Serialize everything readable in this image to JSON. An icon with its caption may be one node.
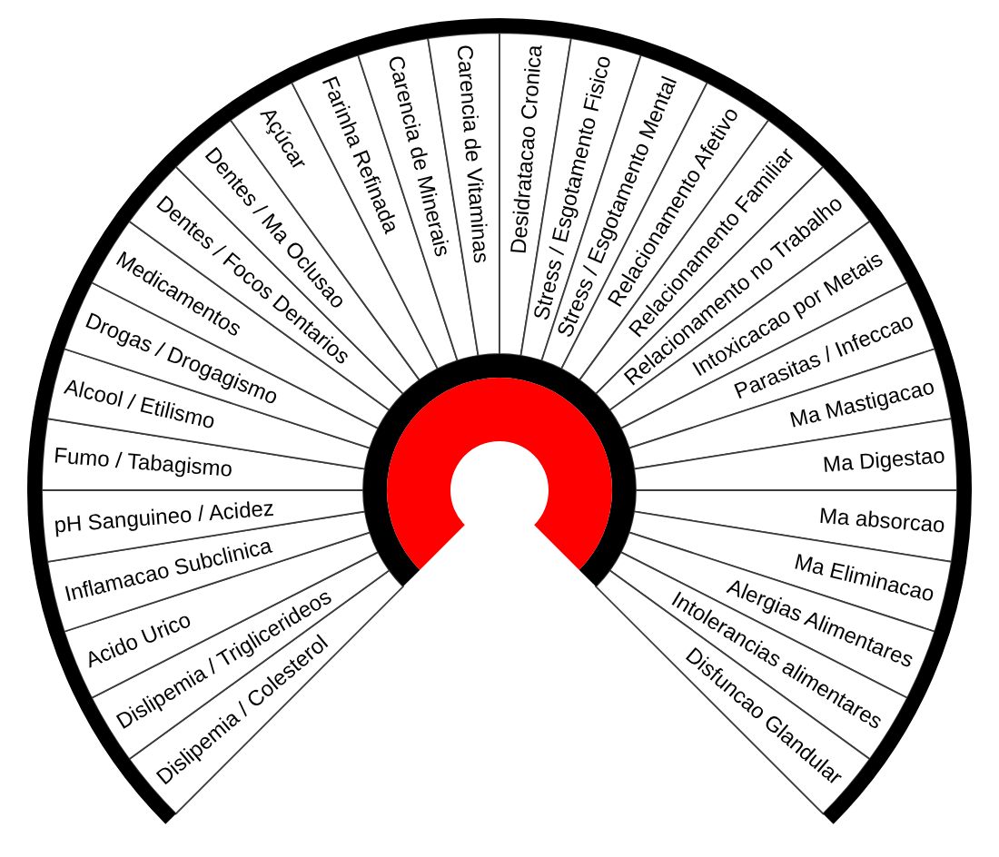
{
  "diagram": {
    "nodes": [
      {
        "text": [
          "Dislipemia / Colesterol"
        ]
      },
      {
        "text": [
          "Dislipemia / Triglicerideos"
        ]
      },
      {
        "text": [
          "Acido Urico"
        ]
      },
      {
        "text": [
          "Inflamacao Subclinica"
        ]
      },
      {
        "text": [
          "pH Sanguineo / Acidez"
        ]
      },
      {
        "text": [
          "Fumo / Tabagismo"
        ]
      },
      {
        "text": [
          "Alcool / Etilismo"
        ]
      },
      {
        "text": [
          "Drogas / Drogagismo"
        ]
      },
      {
        "text": [
          "Medicamentos"
        ]
      },
      {
        "text": [
          "Dentes / Focos Dentarios"
        ]
      },
      {
        "text": [
          "Dentes / Ma Oclusao"
        ]
      },
      {
        "text": [
          "Açúcar"
        ]
      },
      {
        "text": [
          "Farinha Refinada"
        ]
      },
      {
        "text": [
          "Carencia de Minerais"
        ]
      },
      {
        "text": [
          "Carencia de Vitaminas"
        ]
      },
      {
        "text": [
          "Desidratacao Cronica"
        ]
      },
      {
        "text": [
          "Stress / Esgotamento Fisico"
        ]
      },
      {
        "text": [
          "Stress / Esgotamento Mental"
        ]
      },
      {
        "text": [
          "Relacionamento Afetivo"
        ]
      },
      {
        "text": [
          "Relacionamento Familiar"
        ]
      },
      {
        "text": [
          "Relacionamento no Trabalho"
        ]
      },
      {
        "text": [
          "Intoxicacao por Metais"
        ]
      },
      {
        "text": [
          "Parasitas / Infeccao"
        ]
      },
      {
        "text": [
          "Ma Mastigacao"
        ]
      },
      {
        "text": [
          "Ma Digestao"
        ]
      },
      {
        "text": [
          "Ma absorcao"
        ]
      },
      {
        "text": [
          "Ma Eliminacao"
        ]
      },
      {
        "text": [
          "Alergias Alimentares"
        ]
      },
      {
        "text": [
          "Intolerancias alimentares"
        ]
      },
      {
        "text": [
          "Disfuncao Glandular"
        ]
      }
    ]
  }
}
